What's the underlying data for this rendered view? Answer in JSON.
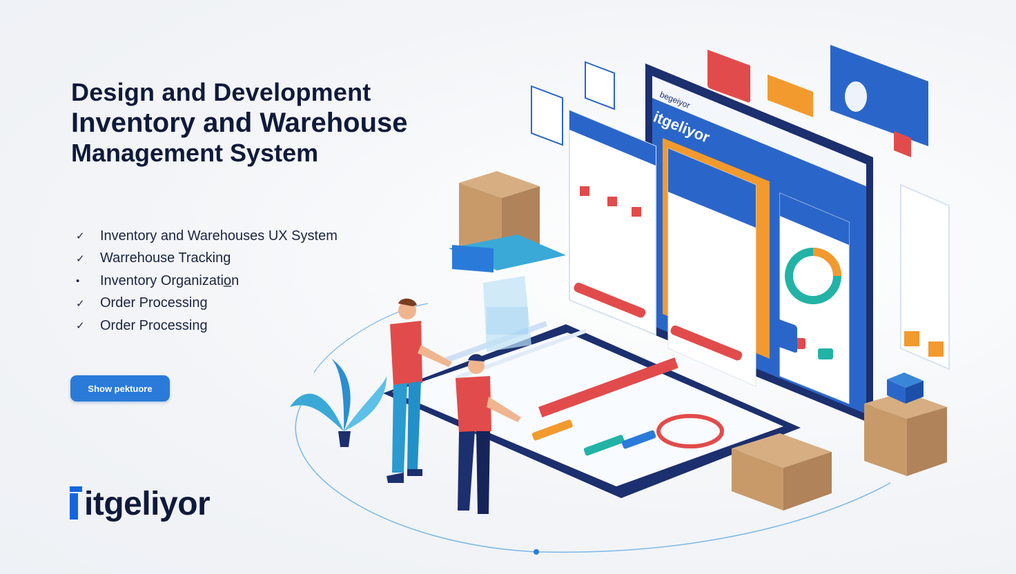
{
  "hero": {
    "title_line1": "Design and Development",
    "title_line2": "Inventory and Warehouse",
    "title_line3": "Management System"
  },
  "features": [
    {
      "mark": "✓",
      "label": "Inventory and Warehouses UX System"
    },
    {
      "mark": "✓",
      "label": "Warrehouse Tracking"
    },
    {
      "mark": "•",
      "label": "Inventory Organizatio̲n"
    },
    {
      "mark": "✓",
      "label": "Order Processing"
    },
    {
      "mark": "✓",
      "label": "Order Processing"
    }
  ],
  "cta": {
    "label": "Show pektuore"
  },
  "logo": {
    "text": "itgeliyor",
    "icon": "itgeliyor-logo-mark"
  },
  "illustration": {
    "monitor_brand": "itgeliyor",
    "monitor_tab": "begeiyor",
    "colors": {
      "navy": "#1c2f6e",
      "blue": "#2a7bd9",
      "orange": "#f29a2e",
      "red": "#e24b4b",
      "teal": "#22b3a6",
      "cardboard": "#c89a6a"
    }
  }
}
